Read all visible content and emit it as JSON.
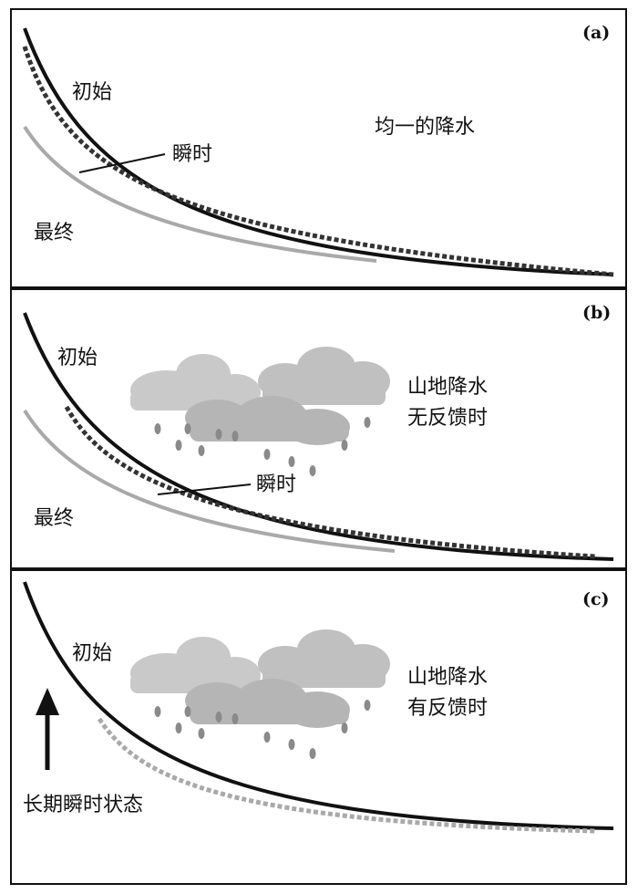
{
  "panels": [
    {
      "tag": "(a)",
      "title_lines": [
        "均一的降水"
      ],
      "initial_label": "初始",
      "transient_label": "瞬时",
      "final_label": "最终"
    },
    {
      "tag": "(b)",
      "title_lines": [
        "山地降水",
        "无反馈时"
      ],
      "initial_label": "初始",
      "transient_label": "瞬时",
      "final_label": "最终"
    },
    {
      "tag": "(c)",
      "title_lines": [
        "山地降水",
        "有反馈时"
      ],
      "initial_label": "初始",
      "longterm_label": "长期瞬时状态"
    }
  ],
  "colors": {
    "initial_curve": "#111111",
    "transient_curve": "#333333",
    "final_curve": "#a9a9a9",
    "cloud": "#c9c9c9",
    "rain": "#8a8a8a"
  },
  "icons": [
    "cloud-icon",
    "raindrop-icon",
    "up-arrow-icon"
  ]
}
